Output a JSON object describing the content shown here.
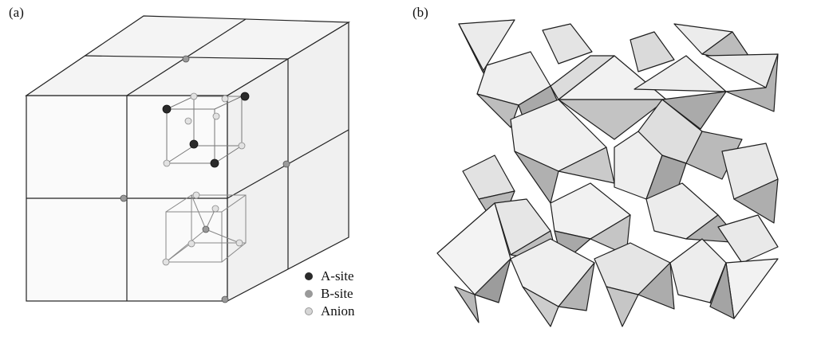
{
  "panels": {
    "a_label": "(a)",
    "b_label": "(b)"
  },
  "legend": {
    "items": [
      {
        "label": "A-site",
        "color": "#2a2a2a"
      },
      {
        "label": "B-site",
        "color": "#9a9a9a"
      },
      {
        "label": "Anion",
        "color": "#d6d6d6"
      }
    ]
  },
  "colors": {
    "line": "#222222",
    "shade_light": "#ededed",
    "shade_mid": "#c9c9c9",
    "shade_dark": "#9f9f9f"
  }
}
